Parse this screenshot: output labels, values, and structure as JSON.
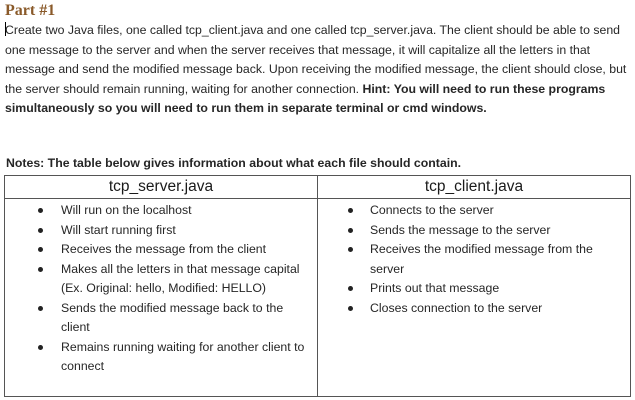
{
  "part_title": "Part #1",
  "intro": {
    "text": "Create two Java files, one called tcp_client.java and one called tcp_server.java. The client should be able to send one message to the server and when the server receives that message, it will capitalize all the letters in that message and send the modified message back. Upon receiving the modified message, the client should close, but the server should remain running, waiting for another connection. ",
    "hint": "Hint: You will need to run these programs simultaneously so you will need to run them in separate terminal or cmd windows."
  },
  "notes": "Notes: The table below gives information about what each file should contain.",
  "table": {
    "columns": [
      {
        "header": "tcp_server.java",
        "items": [
          "Will run on the localhost",
          "Will start running first",
          "Receives the message from the client",
          "Makes all the letters in that message capital (Ex. Original: hello, Modified: HELLO)",
          "Sends the modified message back to the client",
          "Remains running waiting for another client to connect"
        ]
      },
      {
        "header": "tcp_client.java",
        "items": [
          "Connects to the server",
          "Sends the message to the server",
          "Receives the modified message from the server",
          "Prints out that message",
          "Closes connection to the server"
        ]
      }
    ]
  }
}
